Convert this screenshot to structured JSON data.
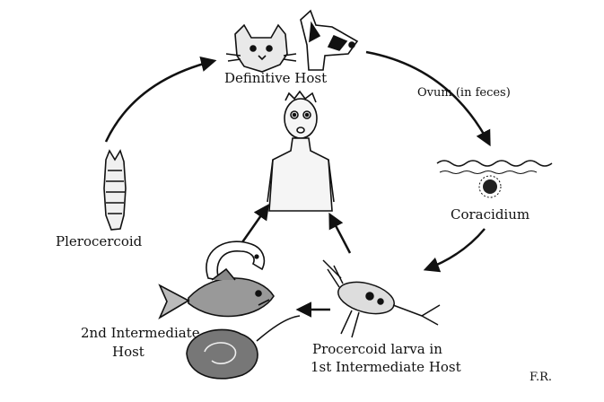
{
  "labels": {
    "definitive_host": "Definitive Host",
    "ovum": "Ovum (in feces)",
    "coracidium": "Coracidium",
    "procercoid_line1": "Procercoid larva in",
    "procercoid_line2": "1st Intermediate Host",
    "second_host_line1": "2nd Intermediate",
    "second_host_line2": "Host",
    "plerocercoid": "Plerocercoid",
    "signature": "F.R."
  },
  "colors": {
    "ink": "#111111",
    "background": "#ffffff"
  }
}
